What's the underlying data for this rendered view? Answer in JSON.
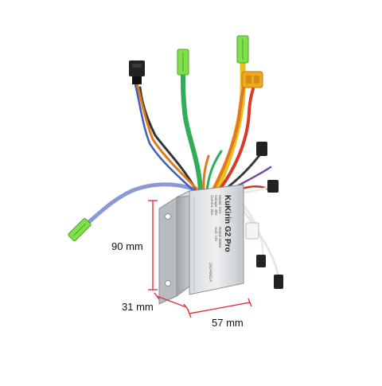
{
  "product": {
    "brand_text": "KuKirin G2 Pro",
    "serial_text": "20240814",
    "spec_lines": [
      "Model: XXX",
      "Voltage: 48V",
      "Current: 25A",
      "Rated: 500W",
      "Hall: 120"
    ]
  },
  "dimensions": {
    "height_label": "90 mm",
    "depth_label": "31 mm",
    "width_label": "57 mm"
  },
  "colors": {
    "background": "#ffffff",
    "housing": "#c9cdd0",
    "dimension_line": "#e0323a",
    "wire_green": "#2fae57",
    "wire_yellow": "#e8c21c",
    "wire_orange": "#e07a1e",
    "wire_blue": "#8b98d6",
    "wire_white": "#e9e9e9",
    "connector_lime": "#7fe04a",
    "connector_xt": "#f0a820",
    "connector_black": "#222222"
  }
}
